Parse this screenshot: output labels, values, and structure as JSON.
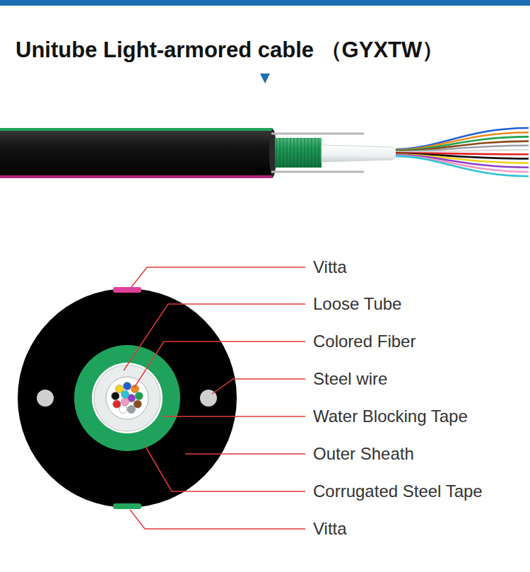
{
  "diagram": {
    "title": "Unitube Light-armored cable （GYXTW）",
    "labels": [
      "Vitta",
      "Loose Tube",
      "Colored Fiber",
      "Steel wire",
      "Water Blocking Tape",
      "Outer Sheath",
      "Corrugated Steel Tape",
      "Vitta"
    ]
  }
}
